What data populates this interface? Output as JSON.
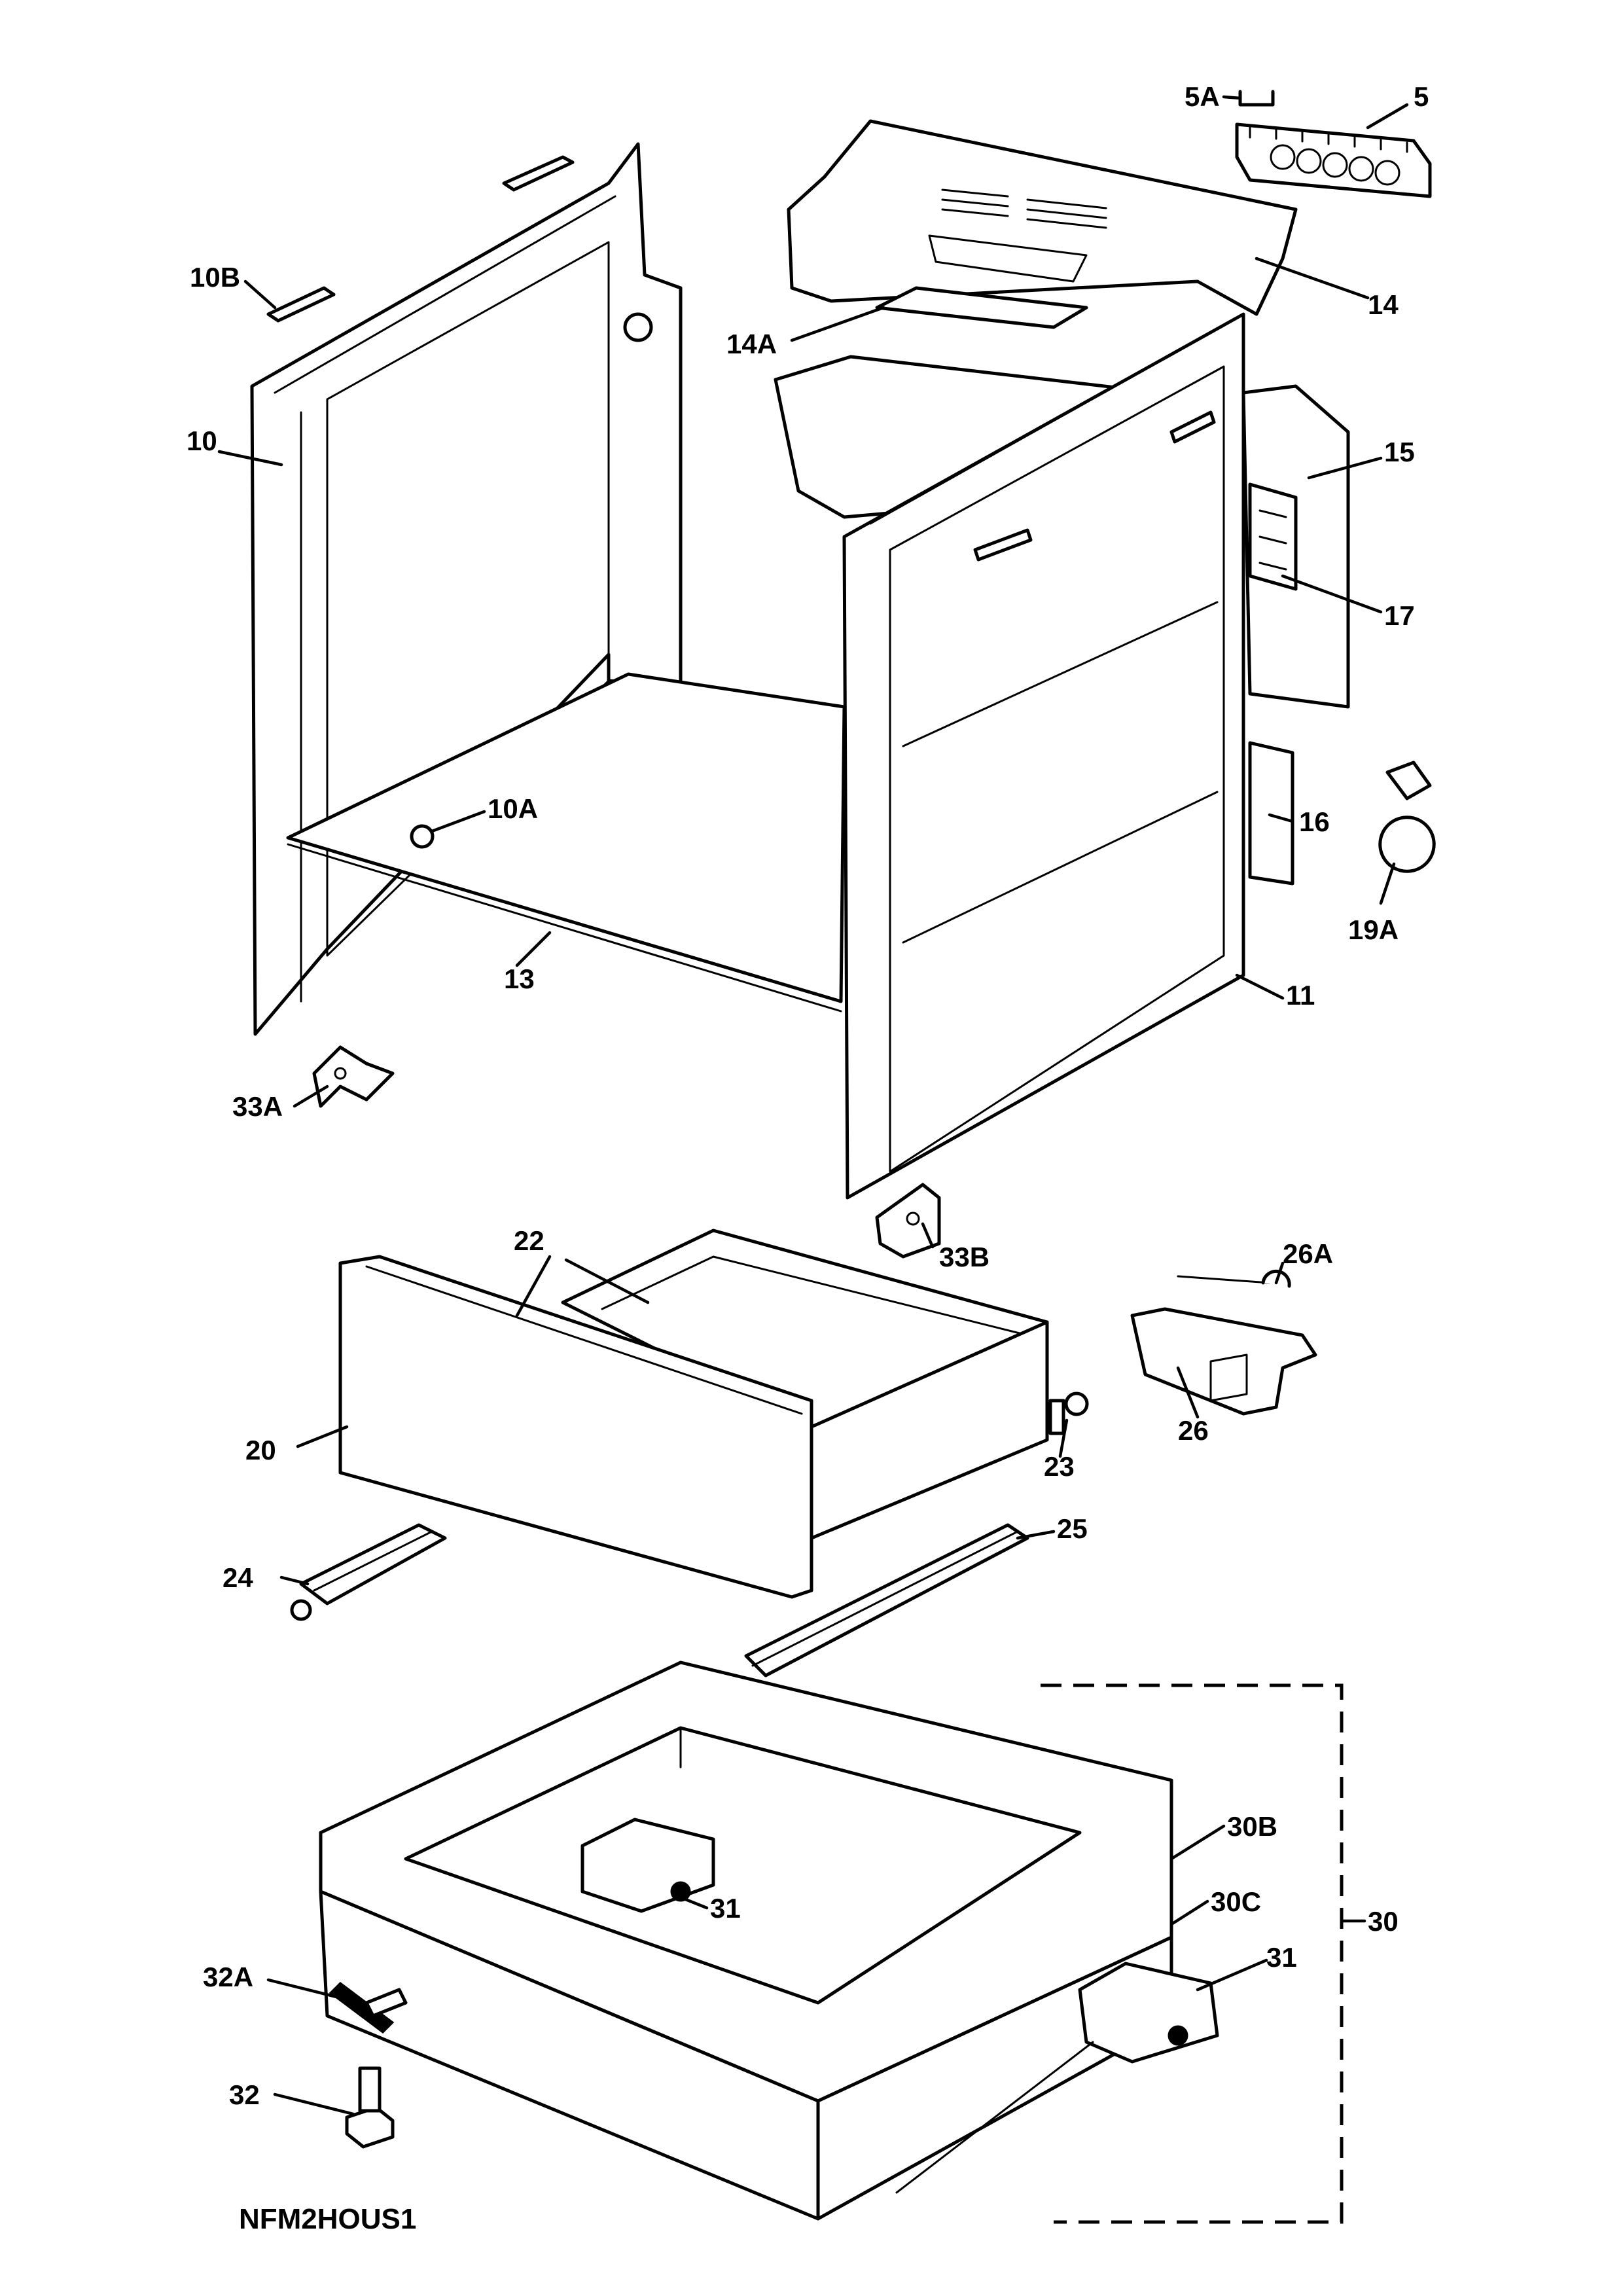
{
  "diagram_code": "NFM2HOUS1",
  "labels": {
    "l5A": "5A",
    "l5": "5",
    "l10B": "10B",
    "l14": "14",
    "l14A": "14A",
    "l10": "10",
    "l15": "15",
    "l17": "17",
    "l10A": "10A",
    "l16": "16",
    "l19A": "19A",
    "l13": "13",
    "l11": "11",
    "l33A": "33A",
    "l22": "22",
    "l33B": "33B",
    "l26A": "26A",
    "l20": "20",
    "l23": "23",
    "l26": "26",
    "l25": "25",
    "l24": "24",
    "l30B": "30B",
    "l31a": "31",
    "l30C": "30C",
    "l30": "30",
    "l31b": "31",
    "l32A": "32A",
    "l32": "32"
  }
}
